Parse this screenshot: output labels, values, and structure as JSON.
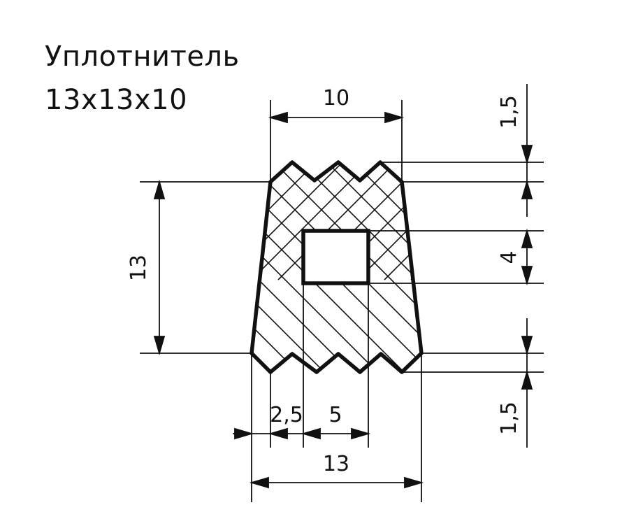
{
  "title": {
    "line1": "Уплотнитель",
    "line2": "13х13х10"
  },
  "dimensions": {
    "top_width": "10",
    "height": "13",
    "bottom_width": "13",
    "groove_top": "1,5",
    "hole_height": "4",
    "groove_bottom": "1,5",
    "hole_offset": "2,5",
    "hole_width": "5"
  },
  "colors": {
    "line": "#111111",
    "background": "#ffffff"
  }
}
